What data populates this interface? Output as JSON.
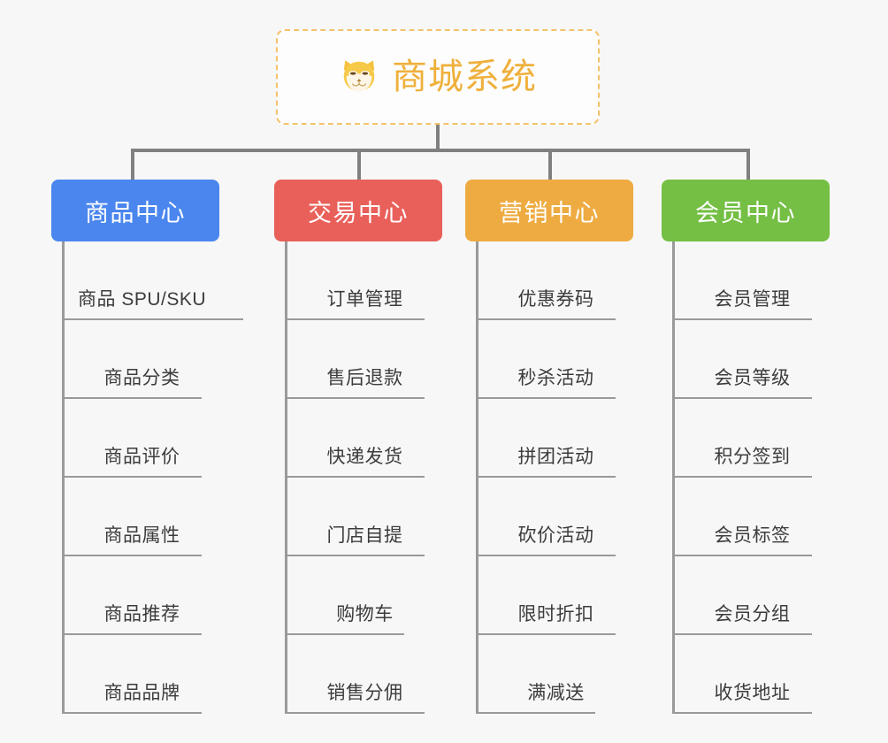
{
  "diagram": {
    "type": "mind-map",
    "title": "商城系统",
    "root": {
      "label": "商城系统",
      "icon": "shiba-dog-face-icon",
      "text_color": "#efb03c",
      "border_color": "#f3c26b",
      "background": "#fdfdfd"
    },
    "connector_color": "#808080",
    "canvas_background": "#f7f7f7",
    "branches": [
      {
        "label": "商品中心",
        "color": "#4a86ee",
        "leaves": [
          {
            "label": "商品 SPU/SKU",
            "rule_width": 202
          },
          {
            "label": "商品分类",
            "rule_width": 155
          },
          {
            "label": "商品评价",
            "rule_width": 155
          },
          {
            "label": "商品属性",
            "rule_width": 155
          },
          {
            "label": "商品推荐",
            "rule_width": 155
          },
          {
            "label": "商品品牌",
            "rule_width": 155
          }
        ]
      },
      {
        "label": "交易中心",
        "color": "#e9605a",
        "leaves": [
          {
            "label": "订单管理",
            "rule_width": 155
          },
          {
            "label": "售后退款",
            "rule_width": 155
          },
          {
            "label": "快递发货",
            "rule_width": 155
          },
          {
            "label": "门店自提",
            "rule_width": 155
          },
          {
            "label": "购物车",
            "rule_width": 132
          },
          {
            "label": "销售分佣",
            "rule_width": 155
          }
        ]
      },
      {
        "label": "营销中心",
        "color": "#eeab41",
        "leaves": [
          {
            "label": "优惠券码",
            "rule_width": 155
          },
          {
            "label": "秒杀活动",
            "rule_width": 155
          },
          {
            "label": "拼团活动",
            "rule_width": 155
          },
          {
            "label": "砍价活动",
            "rule_width": 155
          },
          {
            "label": "限时折扣",
            "rule_width": 155
          },
          {
            "label": "满减送",
            "rule_width": 132
          }
        ]
      },
      {
        "label": "会员中心",
        "color": "#74bf44",
        "leaves": [
          {
            "label": "会员管理",
            "rule_width": 155
          },
          {
            "label": "会员等级",
            "rule_width": 155
          },
          {
            "label": "积分签到",
            "rule_width": 155
          },
          {
            "label": "会员标签",
            "rule_width": 155
          },
          {
            "label": "会员分组",
            "rule_width": 155
          },
          {
            "label": "收货地址",
            "rule_width": 155
          }
        ]
      }
    ]
  }
}
